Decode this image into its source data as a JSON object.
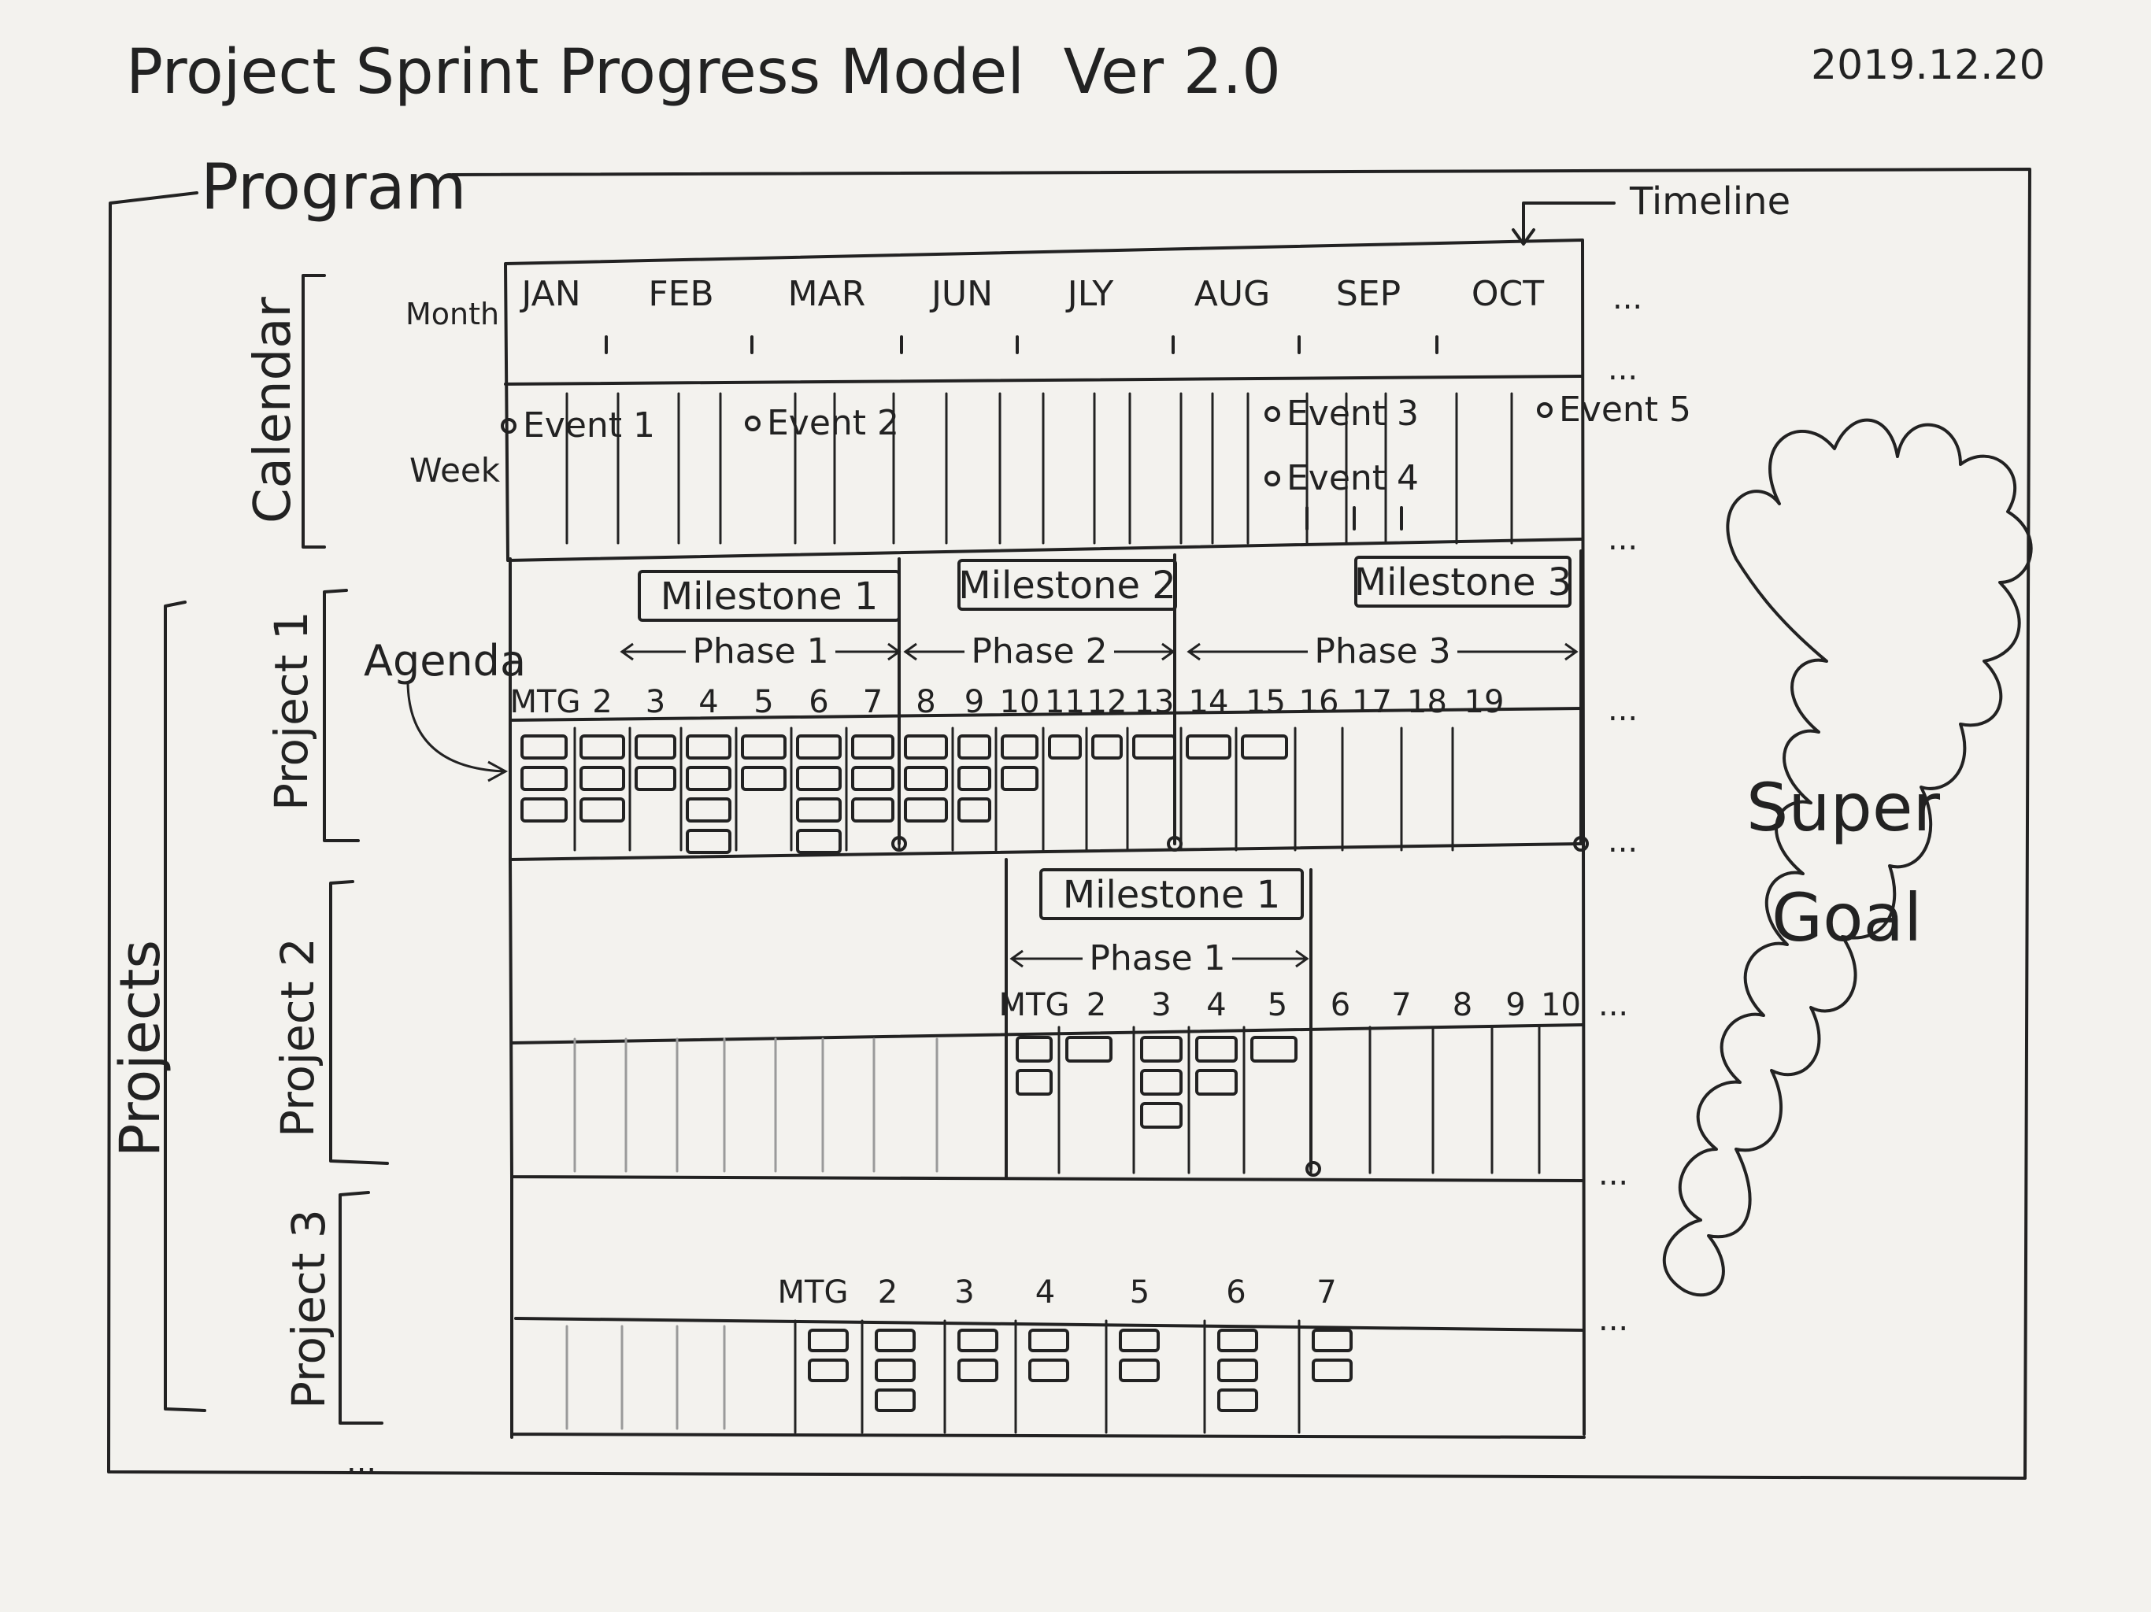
{
  "title": "Project Sprint Progress Model  Ver 2.0",
  "date": "2019.12.20",
  "program_label": "Program",
  "timeline_label": "Timeline",
  "calendar": {
    "label": "Calendar",
    "month_label": "Month",
    "week_label": "Week",
    "months": [
      "JAN",
      "FEB",
      "MAR",
      "JUN",
      "JLY",
      "AUG",
      "SEP",
      "OCT"
    ],
    "events": [
      "Event 1",
      "Event 2",
      "Event 3",
      "Event 4",
      "Event 5"
    ]
  },
  "projects_label": "Projects",
  "agenda_label": "Agenda",
  "more": "...",
  "project1": {
    "label": "Project 1",
    "milestones": [
      "Milestone 1",
      "Milestone 2",
      "Milestone 3"
    ],
    "phases": [
      "Phase 1",
      "Phase 2",
      "Phase 3"
    ],
    "sprints": [
      "MTG",
      "2",
      "3",
      "4",
      "5",
      "6",
      "7",
      "8",
      "9",
      "10",
      "11",
      "12",
      "13",
      "14",
      "15",
      "16",
      "17",
      "18",
      "19"
    ],
    "cards": [
      3,
      3,
      2,
      4,
      2,
      4,
      3,
      3,
      3,
      2,
      1,
      1,
      1,
      1,
      1,
      0,
      0,
      0,
      0
    ]
  },
  "project2": {
    "label": "Project 2",
    "milestones": [
      "Milestone 1"
    ],
    "phases": [
      "Phase 1"
    ],
    "sprints": [
      "MTG",
      "2",
      "3",
      "4",
      "5",
      "6",
      "7",
      "8",
      "9",
      "10"
    ],
    "cards": [
      2,
      1,
      3,
      2,
      1,
      0,
      0,
      0,
      0,
      0
    ]
  },
  "project3": {
    "label": "Project 3",
    "sprints": [
      "MTG",
      "2",
      "3",
      "4",
      "5",
      "6",
      "7"
    ],
    "cards": [
      2,
      3,
      2,
      2,
      2,
      3,
      2
    ]
  },
  "super_goal": [
    "Super",
    "Goal"
  ],
  "colors": {
    "ink": "#222222",
    "paper": "#f3f2ee",
    "faint": "#9a9a9a"
  }
}
